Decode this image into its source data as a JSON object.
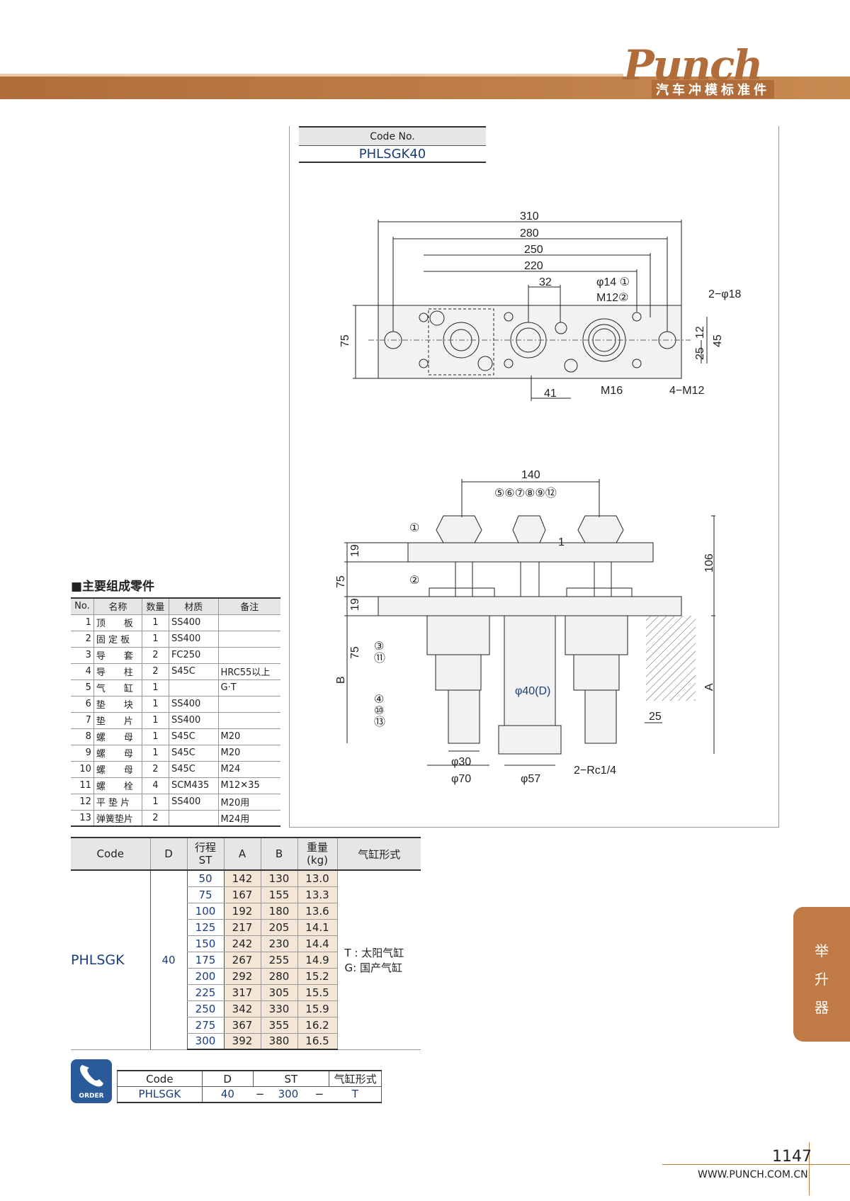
{
  "header": {
    "brand": "Punch",
    "subtitle": "汽车冲模标准件"
  },
  "code_box": {
    "header": "Code No.",
    "value": "PHLSGK40"
  },
  "drawing_labels": {
    "top_view": [
      "310",
      "280",
      "250",
      "220",
      "32",
      "φ14 ①",
      "M12②",
      "2−φ18",
      "75",
      "12",
      "25",
      "45",
      "41",
      "M16",
      "4−M12"
    ],
    "side_view": [
      "140",
      "⑤⑥⑦⑧⑨⑫",
      "①",
      "②",
      "19",
      "75",
      "19",
      "106",
      "1",
      "③",
      "⑪",
      "75",
      "B",
      "④",
      "⑩",
      "⑬",
      "φ40(D)",
      "A",
      "25",
      "φ30",
      "φ70",
      "φ57",
      "2−Rc1/4"
    ]
  },
  "parts": {
    "title": "■主要组成零件",
    "columns": [
      "No.",
      "名称",
      "数量",
      "材质",
      "备注"
    ],
    "rows": [
      [
        "1",
        "顶　　板",
        "1",
        "SS400",
        ""
      ],
      [
        "2",
        "固 定 板",
        "1",
        "SS400",
        ""
      ],
      [
        "3",
        "导　　套",
        "2",
        "FC250",
        ""
      ],
      [
        "4",
        "导　　柱",
        "2",
        "S45C",
        "HRC55以上"
      ],
      [
        "5",
        "气　　缸",
        "1",
        "",
        "G·T"
      ],
      [
        "6",
        "垫　　块",
        "1",
        "SS400",
        ""
      ],
      [
        "7",
        "垫　　片",
        "1",
        "SS400",
        ""
      ],
      [
        "8",
        "螺　　母",
        "1",
        "S45C",
        "M20"
      ],
      [
        "9",
        "螺　　母",
        "1",
        "S45C",
        "M20"
      ],
      [
        "10",
        "螺　　母",
        "2",
        "S45C",
        "M24"
      ],
      [
        "11",
        "螺　　栓",
        "4",
        "SCM435",
        "M12✕35"
      ],
      [
        "12",
        "平 垫 片",
        "1",
        "SS400",
        "M20用"
      ],
      [
        "13",
        "弹簧垫片",
        "2",
        "",
        "M24用"
      ]
    ]
  },
  "spec": {
    "columns": [
      "Code",
      "D",
      "行程\nST",
      "A",
      "B",
      "重量\n(kg)",
      "气缸形式"
    ],
    "code": "PHLSGK",
    "d": "40",
    "cylinder": "T : 太阳气缸\nG: 国产气缸",
    "rows": [
      [
        "50",
        "142",
        "130",
        "13.0"
      ],
      [
        "75",
        "167",
        "155",
        "13.3"
      ],
      [
        "100",
        "192",
        "180",
        "13.6"
      ],
      [
        "125",
        "217",
        "205",
        "14.1"
      ],
      [
        "150",
        "242",
        "230",
        "14.4"
      ],
      [
        "175",
        "267",
        "255",
        "14.9"
      ],
      [
        "200",
        "292",
        "280",
        "15.2"
      ],
      [
        "225",
        "317",
        "305",
        "15.5"
      ],
      [
        "250",
        "342",
        "330",
        "15.9"
      ],
      [
        "275",
        "367",
        "355",
        "16.2"
      ],
      [
        "300",
        "392",
        "380",
        "16.5"
      ]
    ]
  },
  "order": {
    "icon_label": "ORDER",
    "headers": [
      "Code",
      "D",
      "ST",
      "气缸形式"
    ],
    "values": [
      "PHLSGK",
      "40",
      "−",
      "300",
      "−",
      "T"
    ]
  },
  "side_tab": [
    "举",
    "升",
    "器"
  ],
  "footer": {
    "page": "1147",
    "url": "WWW.PUNCH.COM.CN"
  }
}
